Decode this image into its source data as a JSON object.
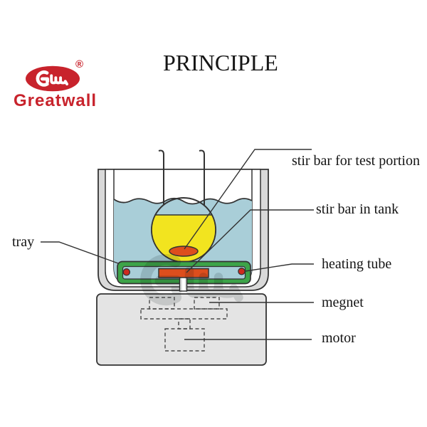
{
  "header": {
    "title": "PRINCIPLE",
    "logo": {
      "mark": "Gw",
      "registered": "®",
      "company": "Greatwall",
      "brand_color": "#c8232c"
    }
  },
  "diagram": {
    "labels": {
      "stir_bar_test": "stir bar for test portion",
      "stir_bar_tank": "stir bar in tank",
      "tray": "tray",
      "heating_tube": "heating tube",
      "megnet": "megnet",
      "motor": "motor"
    },
    "colors": {
      "water": "#a9ced8",
      "flask_liquid": "#f2e41f",
      "stir_bar": "#dd4e1d",
      "tray_green": "#3da449",
      "heating_dot": "#cf2a1f",
      "wall_gray": "#d9d9d9",
      "base_gray": "#e4e4e4",
      "outline": "#333333",
      "watermark": "#c7caca"
    }
  }
}
